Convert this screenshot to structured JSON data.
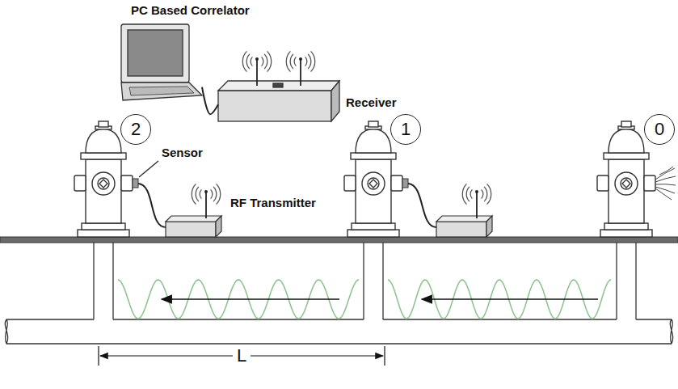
{
  "diagram": {
    "nodes": [
      {
        "text": [
          "PC Based Correlator"
        ]
      },
      {
        "text": [
          "Receiver"
        ]
      },
      {
        "text": [
          "2"
        ]
      },
      {
        "text": [
          "RF Transmitter"
        ]
      },
      {
        "text": [
          "1"
        ]
      },
      {
        "text": [
          "0"
        ]
      }
    ],
    "edges": [
      {
        "from": 0,
        "to": 1,
        "arrow": "none"
      }
    ],
    "labels": [
      "Sensor",
      "L"
    ]
  }
}
